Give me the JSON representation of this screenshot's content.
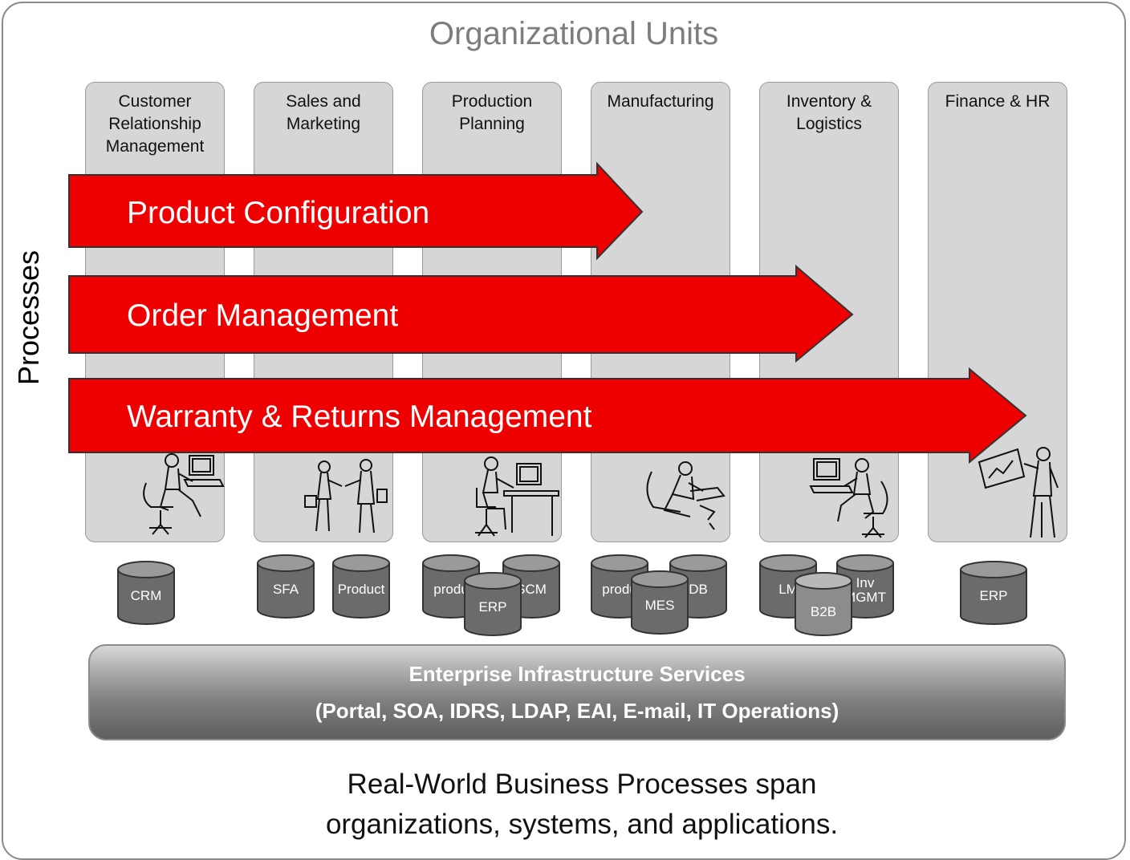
{
  "title": "Organizational Units",
  "vertical_label": "Processes",
  "units": [
    {
      "label": "Customer\nRelationship\nManagement"
    },
    {
      "label": "Sales and\nMarketing"
    },
    {
      "label": "Production\nPlanning"
    },
    {
      "label": "Manufacturing"
    },
    {
      "label": "Inventory &\nLogistics"
    },
    {
      "label": "Finance & HR"
    }
  ],
  "processes": [
    {
      "label": "Product Configuration"
    },
    {
      "label": "Order Management"
    },
    {
      "label": "Warranty & Returns Management"
    }
  ],
  "databases": [
    {
      "label": "CRM"
    },
    {
      "label": "SFA"
    },
    {
      "label": "Product"
    },
    {
      "label": "produ"
    },
    {
      "label": "SCM"
    },
    {
      "label": "ERP"
    },
    {
      "label": "produ"
    },
    {
      "label": "DB"
    },
    {
      "label": "MES"
    },
    {
      "label": "LM"
    },
    {
      "label": "Inv\nMGMT"
    },
    {
      "label": "B2B"
    },
    {
      "label": "ERP"
    }
  ],
  "infrastructure": {
    "line1": "Enterprise Infrastructure Services",
    "line2": "(Portal, SOA, IDRS, LDAP, EAI, E-mail, IT Operations)"
  },
  "footer": {
    "line1": "Real-World Business Processes span",
    "line2": "organizations, systems, and applications."
  },
  "colors": {
    "arrow_fill": "#ee0000",
    "column_fill": "#d6d6d6",
    "database_fill": "#6b6b6b"
  }
}
